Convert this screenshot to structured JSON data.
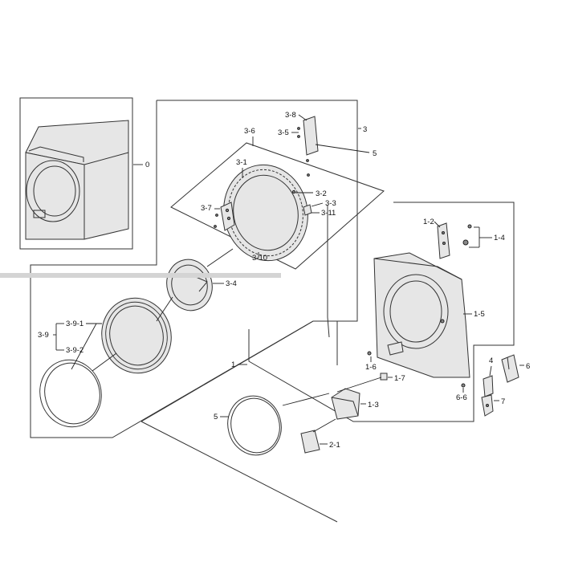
{
  "labels": {
    "p0": "0",
    "p3": "3",
    "p3_8": "3-8",
    "p3_5": "3-5",
    "p5_top": "5",
    "p3_6": "3-6",
    "p3_1": "3-1",
    "p3_2": "3-2",
    "p3_3": "3-3",
    "p3_11": "3-11",
    "p3_7": "3-7",
    "p3_10": "3-10",
    "p3_4": "3-4",
    "p3_9": "3-9",
    "p3_9_1": "3-9-1",
    "p3_9_2": "3-9-2",
    "p1": "1",
    "p5": "5",
    "p1_2": "1-2",
    "p1_4": "1-4",
    "p1_5": "1-5",
    "p1_6": "1-6",
    "p1_7": "1-7",
    "p1_3": "1-3",
    "p2_1": "2-1",
    "p6_6": "6-6",
    "p4": "4",
    "p6": "6",
    "p7": "7"
  },
  "colors": {
    "line": "#222222",
    "band": "#d4d4d4",
    "shade": "#8a8a8a"
  }
}
